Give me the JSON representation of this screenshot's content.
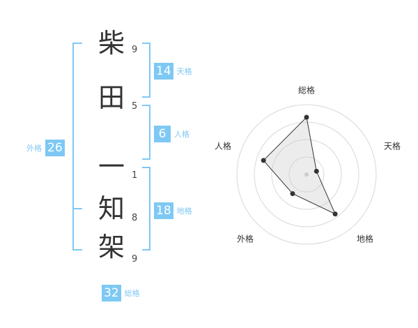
{
  "name": {
    "chars": [
      {
        "char": "柴",
        "strokes": "9"
      },
      {
        "char": "田",
        "strokes": "5"
      },
      {
        "char": "一",
        "strokes": "1"
      },
      {
        "char": "知",
        "strokes": "8"
      },
      {
        "char": "架",
        "strokes": "9"
      }
    ]
  },
  "fortunes": {
    "tenkaku": {
      "value": "14",
      "label": "天格"
    },
    "jinkaku": {
      "value": "6",
      "label": "人格"
    },
    "chikaku": {
      "value": "18",
      "label": "地格"
    },
    "gaikaku": {
      "value": "26",
      "label": "外格"
    },
    "soukaku": {
      "value": "32",
      "label": "総格"
    }
  },
  "colors": {
    "accent": "#7ec8f4",
    "text": "#333333"
  },
  "chart_data": {
    "type": "radar",
    "axes": [
      "総格",
      "天格",
      "地格",
      "外格",
      "人格"
    ],
    "values": [
      0.82,
      0.15,
      0.7,
      0.34,
      0.65
    ],
    "rings": 4,
    "range": [
      0,
      1
    ]
  }
}
